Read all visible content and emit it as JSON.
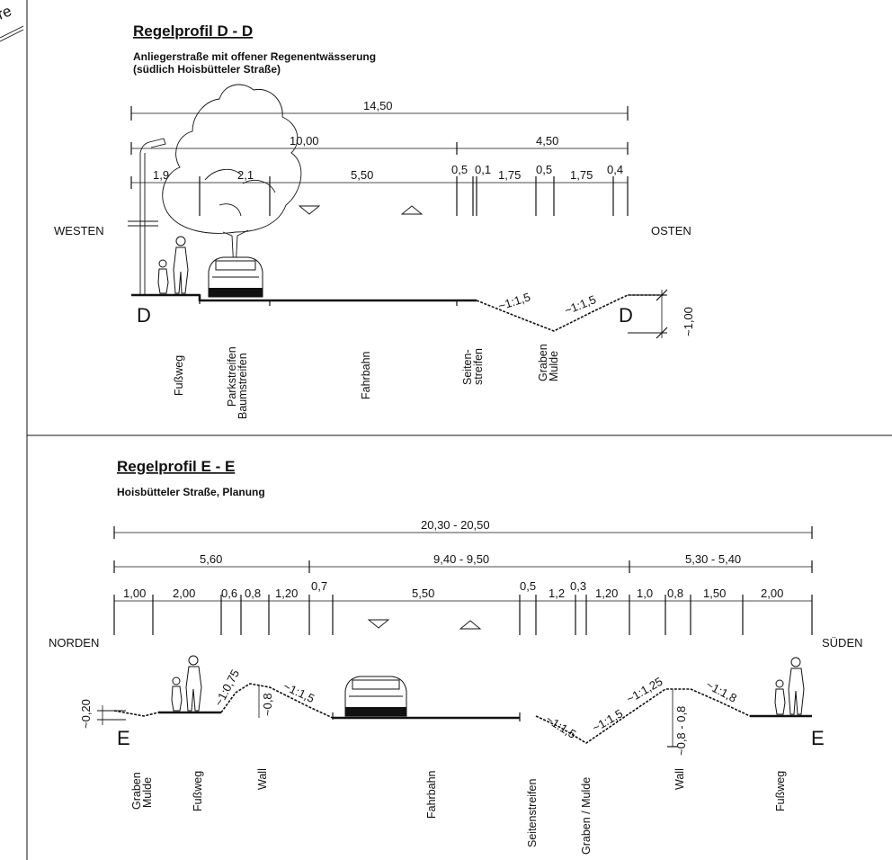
{
  "corner_text": "re",
  "profile_d": {
    "title": "Regelprofil D - D",
    "subtitle_line1": "Anliegerstraße mit offener Regenentwässerung",
    "subtitle_line2": "(südlich Hoisbütteler Straße)",
    "overall_width": "14,50",
    "width_left": "10,00",
    "width_right": "4,50",
    "segments": [
      "1,9",
      "2,1",
      "5,50",
      "0,5",
      "0,1",
      "1,75",
      "0,5",
      "1,75",
      "0,4"
    ],
    "side_left": "WESTEN",
    "side_right": "OSTEN",
    "marker_left": "D",
    "marker_right": "D",
    "slope_left": "~1:1,5",
    "slope_right": "~1:1,5",
    "depth": "~1,00",
    "zones": {
      "fussweg": "Fußweg",
      "parkstreifen_1": "Parkstreifen",
      "parkstreifen_2": "Baumstreifen",
      "fahrbahn": "Fahrbahn",
      "seiten_1": "Seiten-",
      "seiten_2": "streifen",
      "graben_1": "Graben",
      "graben_2": "Mulde"
    }
  },
  "profile_e": {
    "title": "Regelprofil E - E",
    "subtitle": "Hoisbütteler Straße, Planung",
    "overall_width": "20,30 - 20,50",
    "width_left": "5,60",
    "width_middle": "9,40 - 9,50",
    "width_right": "5,30 - 5,40",
    "segments": [
      "1,00",
      "2,00",
      "0,6",
      "0,8",
      "1,20",
      "0,7",
      "5,50",
      "0,5",
      "1,2",
      "0,3",
      "1,20",
      "1,0",
      "0,8",
      "1,50",
      "2,00"
    ],
    "side_left": "NORDEN",
    "side_right": "SÜDEN",
    "marker_left": "E",
    "marker_right": "E",
    "depth_left": "~0,20",
    "slope_wall_left": "~1:0,75",
    "wall_height_left": "~0,8",
    "slope_left_2": "~1:1,5",
    "slope_graben_left": "~1:1,5",
    "slope_graben_right": "~1:1,5",
    "slope_wall_right": "~1:1,25",
    "wall_height_right": "~0,8 - 0,8",
    "slope_right_2": "~1:1,8",
    "zones": {
      "graben_1": "Graben",
      "graben_2": "Mulde",
      "fussweg_left": "Fußweg",
      "wall_left": "Wall",
      "fahrbahn": "Fahrbahn",
      "seitenstreifen": "Seitenstreifen",
      "graben_mulde": "Graben / Mulde",
      "wall_right": "Wall",
      "fussweg_right": "Fußweg"
    }
  }
}
